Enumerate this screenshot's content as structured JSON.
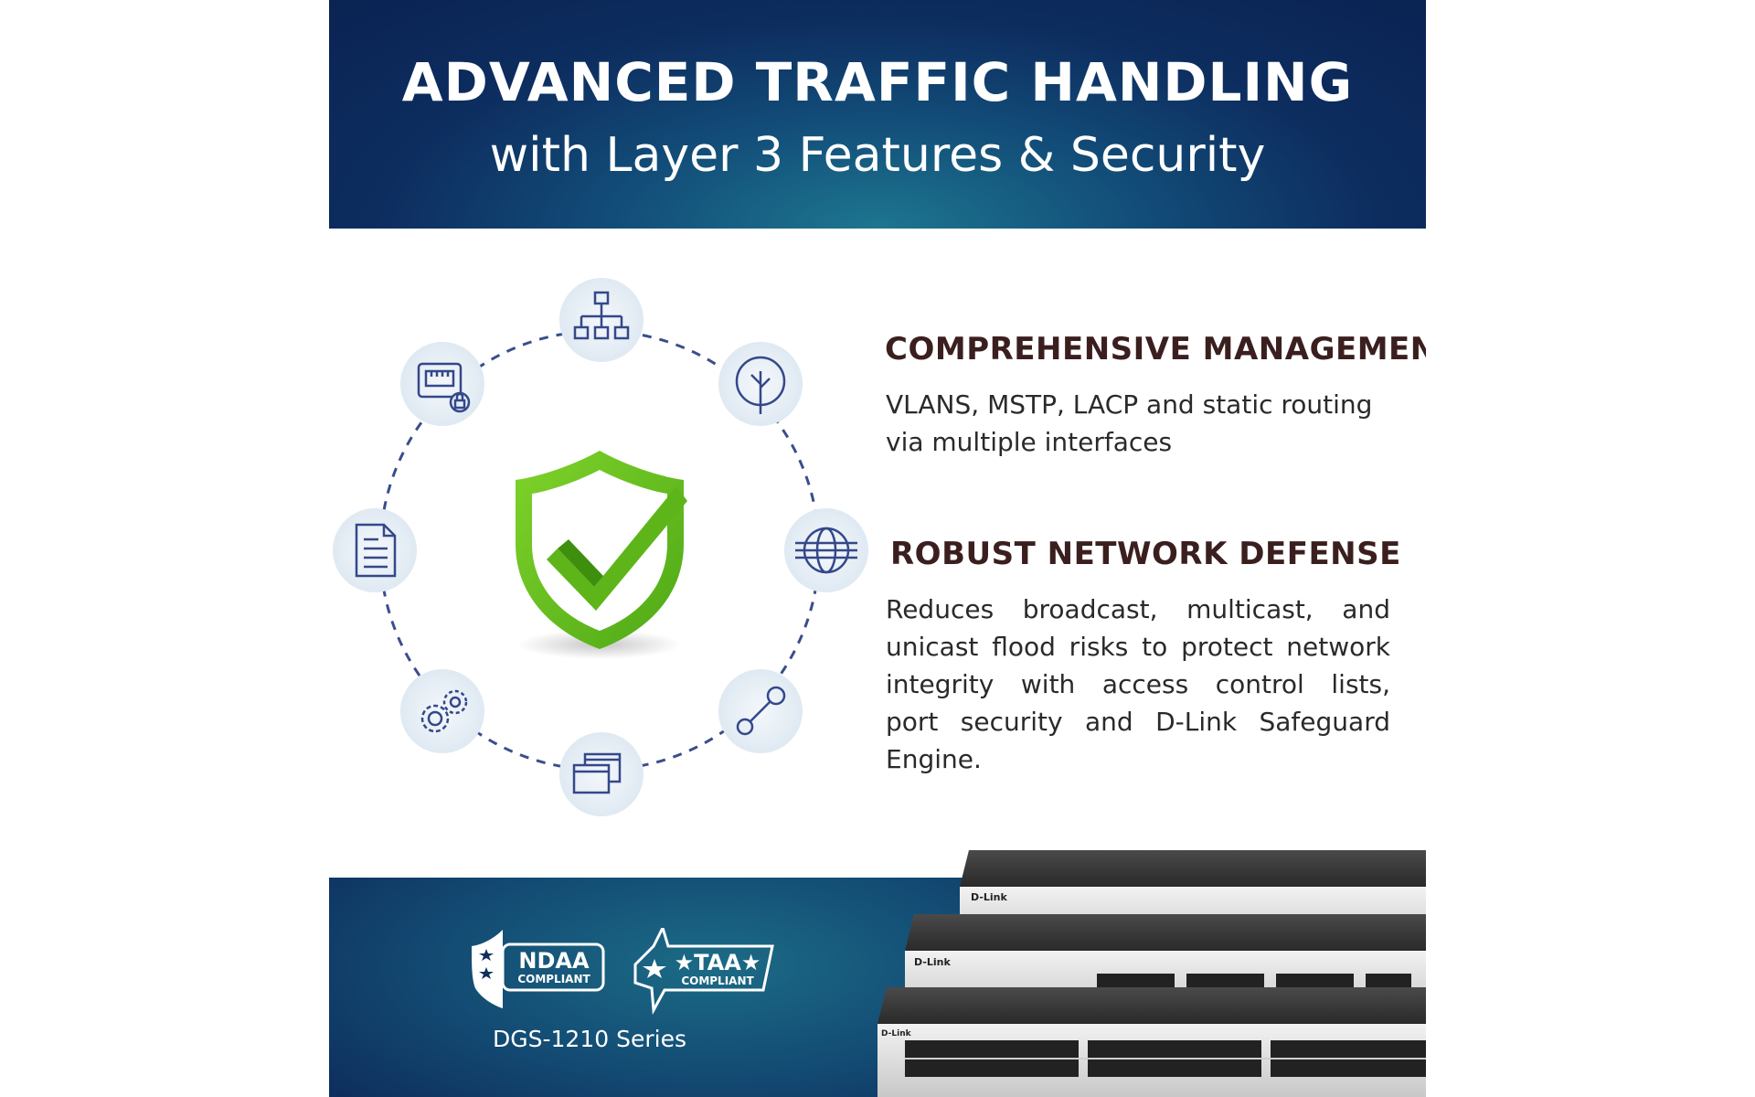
{
  "header": {
    "title": "ADVANCED TRAFFIC HANDLING",
    "subtitle": "with Layer 3 Features & Security"
  },
  "features": [
    {
      "title": "COMPREHENSIVE MANAGEMENT",
      "lines": [
        "VLANS, MSTP, LACP and static routing",
        "via multiple interfaces"
      ]
    },
    {
      "title": "ROBUST NETWORK DEFENSE",
      "lines": [
        "Reduces broadcast, multicast, and",
        "unicast flood risks to protect network",
        "integrity with access control lists,",
        "port security and D-Link Safeguard",
        "Engine."
      ]
    }
  ],
  "diagram": {
    "center_icon": "shield-check-icon",
    "icons": [
      "network-hierarchy-icon",
      "tree-icon",
      "globe-icon",
      "link-icon",
      "windows-icon",
      "gear-icon",
      "document-icon",
      "ethernet-lock-icon"
    ],
    "colors": {
      "shield": "#6fc21f",
      "check": "#2f8a10",
      "icon_stroke": "#34488a",
      "icon_bg": "#e8f0f6",
      "dash": "#3a4e8c"
    }
  },
  "footer": {
    "badges": [
      {
        "name": "NDAA",
        "sub": "COMPLIANT"
      },
      {
        "name": "★TAA★",
        "sub": "COMPLIANT"
      }
    ],
    "series": "DGS-1210 Series",
    "brand": "D-Link"
  },
  "colors": {
    "header_dark": "#0a2353",
    "header_teal": "#1d7690",
    "title_text": "#3b1f1f"
  }
}
